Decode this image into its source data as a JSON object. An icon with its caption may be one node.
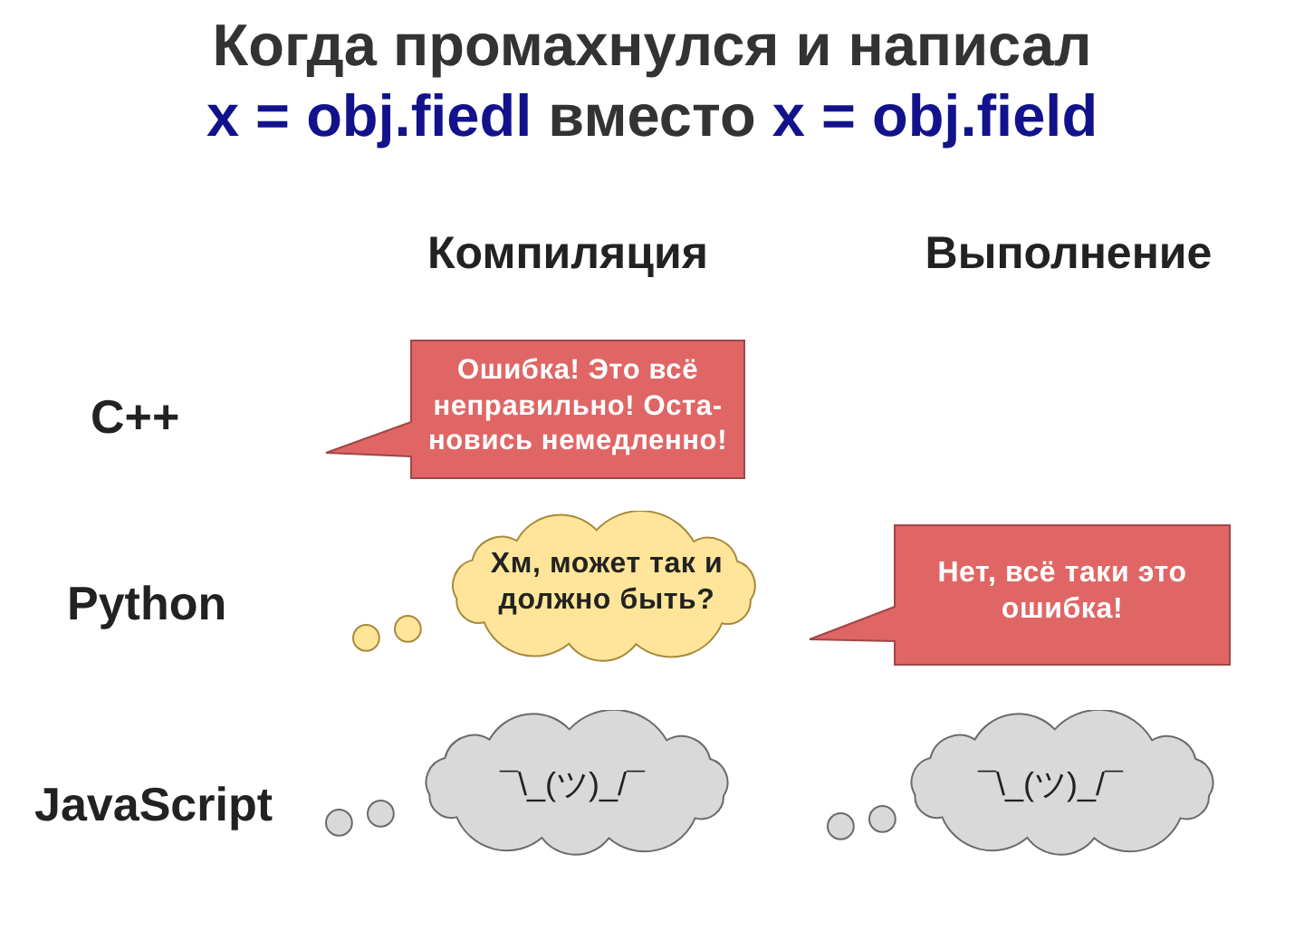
{
  "diagram": {
    "title": "Когда промахнулся и написал",
    "nodes": [
      {
        "text": [
          "Ошибка! Это всё неправильно! Оста- новись немедленно!"
        ]
      },
      {
        "text": [
          "Хм, может так и должно быть?"
        ]
      },
      {
        "text": [
          "Нет, всё таки это ошибка!"
        ]
      },
      {
        "text": [
          "¯\\_(ツ)_/¯"
        ]
      },
      {
        "text": [
          "¯\\_(ツ)_/¯"
        ]
      }
    ],
    "labels": [
      "x = obj.fiedl",
      "вместо",
      "x = obj.field",
      "Компиляция",
      "Выполнение",
      "C++",
      "Python",
      "JavaScript"
    ]
  }
}
